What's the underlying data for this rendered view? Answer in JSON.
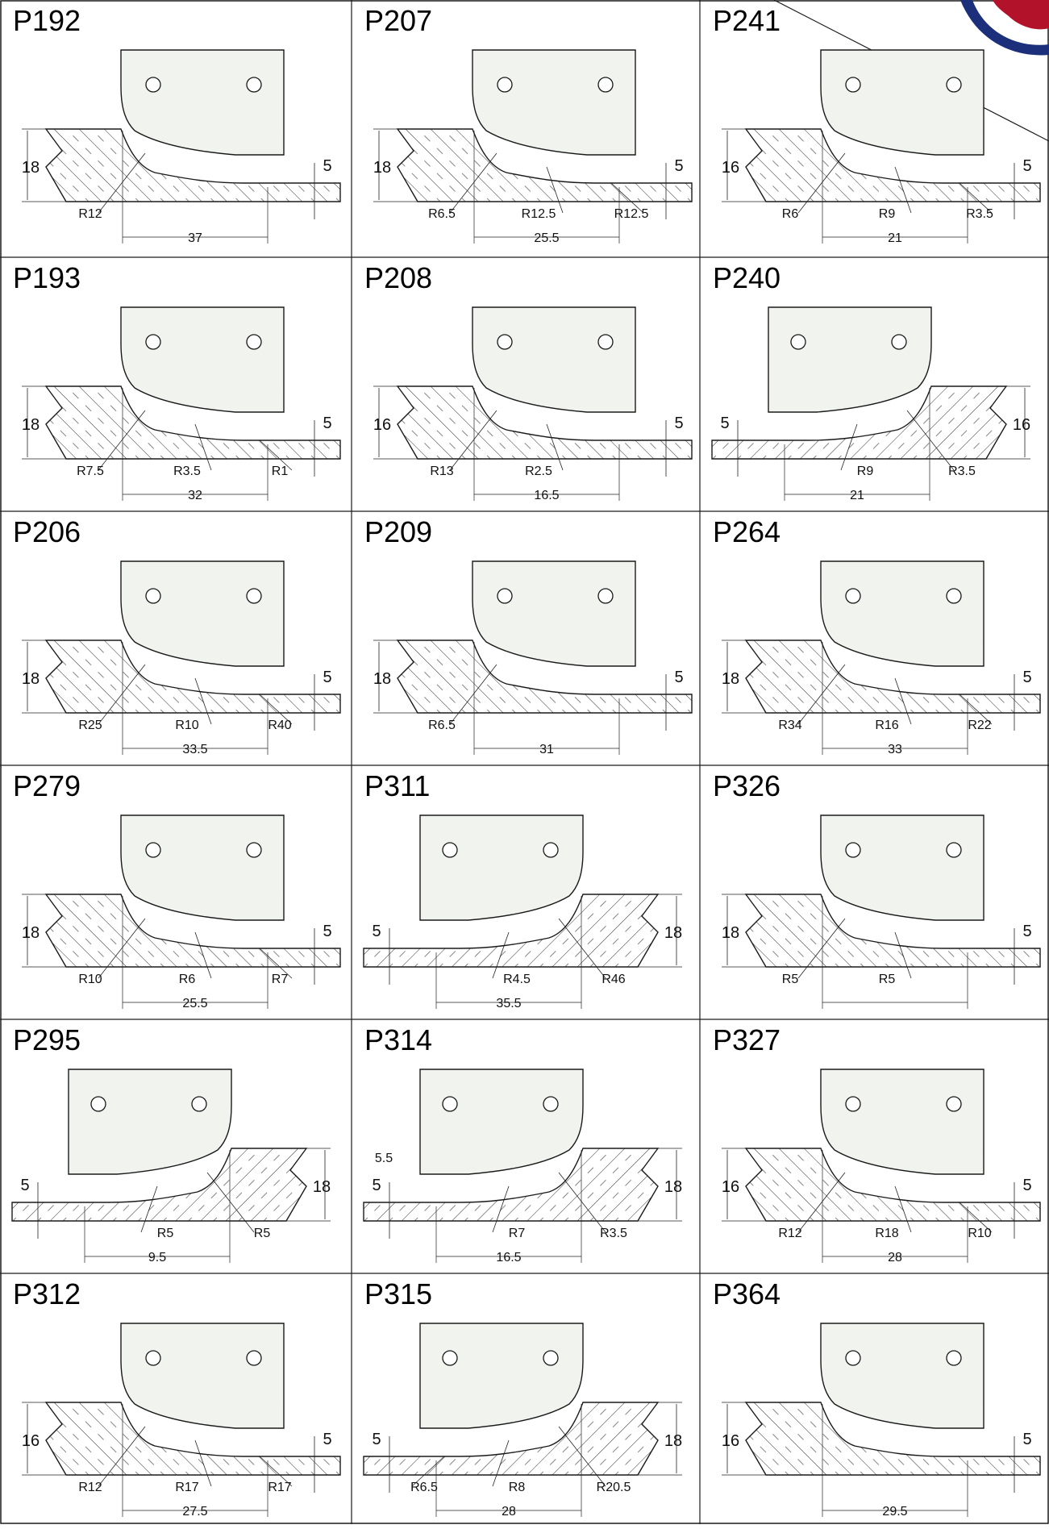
{
  "sheet": {
    "columns": 3,
    "rows": 6,
    "colors": {
      "cutter_fill": "#f1f3ef",
      "line": "#1a1a1a",
      "logo_blue": "#1b2f7a",
      "logo_red": "#b3122b"
    }
  },
  "profiles": [
    {
      "code": "P192",
      "thickness": "18",
      "tongue": "5",
      "dims": [
        "37"
      ],
      "radii": [
        "R12"
      ],
      "variant": "a"
    },
    {
      "code": "P207",
      "thickness": "18",
      "tongue": "5",
      "dims": [
        "25.5"
      ],
      "radii": [
        "R6.5",
        "R12.5",
        "R12.5"
      ],
      "variant": "b"
    },
    {
      "code": "P241",
      "thickness": "16",
      "tongue": "5",
      "dims": [
        "21"
      ],
      "radii": [
        "R6",
        "R9",
        "R3.5"
      ],
      "variant": "c"
    },
    {
      "code": "P193",
      "thickness": "18",
      "tongue": "5",
      "dims": [
        "32"
      ],
      "radii": [
        "R7.5",
        "R3.5",
        "R1"
      ],
      "variant": "a"
    },
    {
      "code": "P208",
      "thickness": "16",
      "tongue": "5",
      "dims": [
        "16.5"
      ],
      "radii": [
        "R13",
        "R2.5"
      ],
      "variant": "a"
    },
    {
      "code": "P240",
      "thickness": "16",
      "tongue": "5",
      "dims": [
        "21"
      ],
      "radii": [
        "R3.5",
        "R9"
      ],
      "variant": "m"
    },
    {
      "code": "P206",
      "thickness": "18",
      "tongue": "5",
      "dims": [
        "33.5"
      ],
      "radii": [
        "R25",
        "R10",
        "R40"
      ],
      "variant": "a"
    },
    {
      "code": "P209",
      "thickness": "18",
      "tongue": "5",
      "dims": [
        "31"
      ],
      "radii": [
        "R6.5"
      ],
      "variant": "a"
    },
    {
      "code": "P264",
      "thickness": "18",
      "tongue": "5",
      "dims": [
        "33"
      ],
      "radii": [
        "R34",
        "R16",
        "R22"
      ],
      "variant": "a"
    },
    {
      "code": "P279",
      "thickness": "18",
      "tongue": "5",
      "dims": [
        "25.5"
      ],
      "radii": [
        "R10",
        "R6",
        "R7"
      ],
      "variant": "a"
    },
    {
      "code": "P311",
      "thickness": "18",
      "tongue": "5",
      "dims": [
        "35.5"
      ],
      "radii": [
        "R46",
        "R4.5"
      ],
      "variant": "m"
    },
    {
      "code": "P326",
      "thickness": "18",
      "tongue": "5",
      "dims": [],
      "radii": [
        "R5",
        "R5"
      ],
      "variant": "a"
    },
    {
      "code": "P295",
      "thickness": "18",
      "tongue": "5",
      "dims": [
        "9.5"
      ],
      "radii": [
        "R5",
        "R5"
      ],
      "variant": "m"
    },
    {
      "code": "P314",
      "thickness": "18",
      "tongue": "5",
      "dims": [
        "16.5",
        "5.5"
      ],
      "radii": [
        "R3.5",
        "R7"
      ],
      "variant": "m"
    },
    {
      "code": "P327",
      "thickness": "16",
      "tongue": "5",
      "dims": [
        "28"
      ],
      "radii": [
        "R12",
        "R18",
        "R10"
      ],
      "variant": "a"
    },
    {
      "code": "P312",
      "thickness": "16",
      "tongue": "5",
      "dims": [
        "27.5"
      ],
      "radii": [
        "R12",
        "R17",
        "R17"
      ],
      "variant": "a"
    },
    {
      "code": "P315",
      "thickness": "18",
      "tongue": "5",
      "dims": [
        "28"
      ],
      "radii": [
        "R20.5",
        "R8",
        "R6.5"
      ],
      "variant": "m"
    },
    {
      "code": "P364",
      "thickness": "16",
      "tongue": "5",
      "dims": [
        "29.5"
      ],
      "radii": [],
      "variant": "a"
    }
  ]
}
